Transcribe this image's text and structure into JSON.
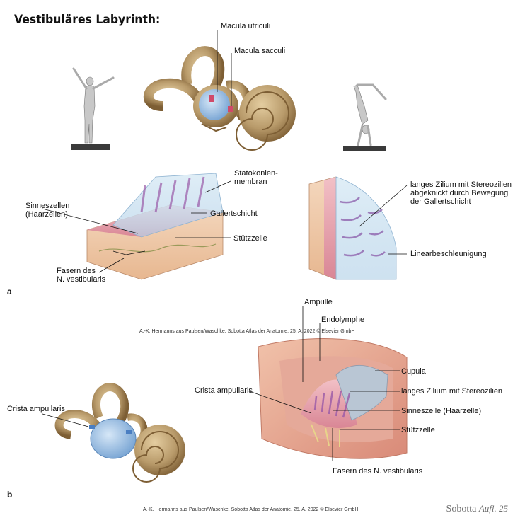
{
  "title": "Vestibuläres Labyrinth:",
  "panels": {
    "a": "a",
    "b": "b"
  },
  "credit": "A.-K. Hermanns aus Paulsen/Waschke. Sobotta Atlas der Anatomie. 25. A. 2022 © Elsevier GmbH",
  "brand": {
    "name": "Sobotta",
    "edition": "Aufl. 25"
  },
  "labels_a": {
    "macula_utriculi": "Macula utriculi",
    "macula_sacculi": "Macula sacculi",
    "statokonien_1": "Statokonien-",
    "statokonien_2": "membran",
    "sinneszellen_1": "Sinneszellen",
    "sinneszellen_2": "(Haarzellen)",
    "gallertschicht": "Gallertschicht",
    "stuetzzelle": "Stützzelle",
    "fasern_1": "Fasern des",
    "fasern_2": "N. vestibularis",
    "zilium_1": "langes Zilium mit Stereozilien",
    "zilium_2": "abgeknickt durch Bewegung",
    "zilium_3": "der Gallertschicht",
    "linear": "Linearbeschleunigung"
  },
  "labels_b": {
    "ampulle": "Ampulle",
    "endolymphe": "Endolymphe",
    "cupula": "Cupula",
    "crista": "Crista ampullaris",
    "zilium": "langes Zilium mit Stereozilien",
    "sinneszelle": "Sinneszelle (Haarzelle)",
    "stuetzzelle": "Stützzelle",
    "fasern": "Fasern des N. vestibularis",
    "crista_left": "Crista ampullaris"
  },
  "colors": {
    "bone": "#b89a6a",
    "bone_dark": "#8a6a3e",
    "fluid": "#9fc3e8",
    "tissue": "#e8a6b0",
    "tissue_dark": "#c46a7c",
    "cupula": "#b9c6d4",
    "figure": "#c8c8c8",
    "plinth": "#3a3a3a"
  }
}
